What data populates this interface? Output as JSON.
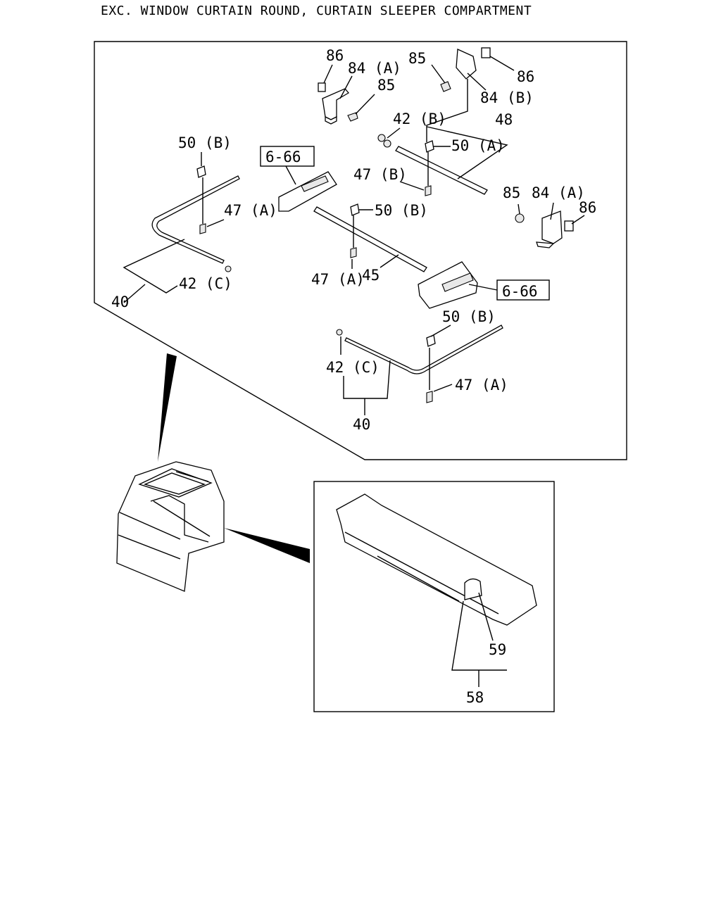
{
  "title": "EXC. WINDOW CURTAIN ROUND, CURTAIN SLEEPER COMPARTMENT",
  "callouts": {
    "c86_tl": "86",
    "c84a_t": "84 (A)",
    "c85_t": "85",
    "c85_tr": "85",
    "c86_tr": "86",
    "c84b": "84 (B)",
    "c42b": "42 (B)",
    "c48": "48",
    "c50a": "50 (A)",
    "c50b_l": "50 (B)",
    "ref666_l": "6-66",
    "c47b": "47 (B)",
    "c85_r": "85",
    "c84a_r": "84 (A)",
    "c86_r": "86",
    "c47a_l": "47 (A)",
    "c50b_m": "50 (B)",
    "c47a_m": "47 (A)",
    "c45": "45",
    "ref666_r": "6-66",
    "c42c_l": "42 (C)",
    "c40_l": "40",
    "c50b_b": "50 (B)",
    "c42c_b": "42 (C)",
    "c47a_b": "47 (A)",
    "c40_b": "40",
    "c59": "59",
    "c58": "58"
  }
}
